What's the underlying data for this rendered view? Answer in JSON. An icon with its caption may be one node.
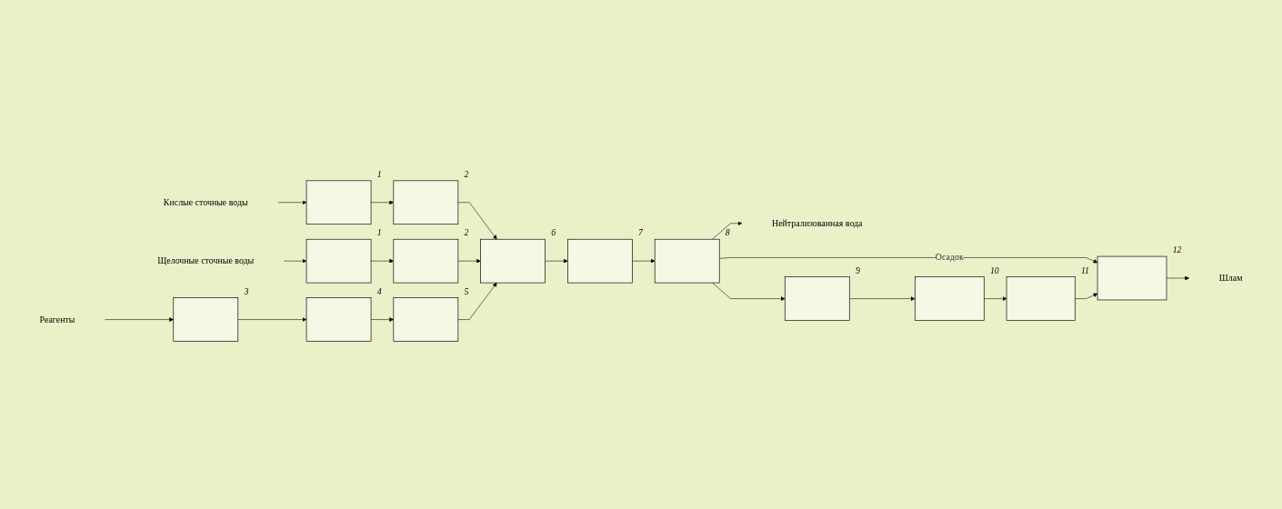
{
  "diagram": {
    "nodes": [
      {
        "text": [
          "Кислые сточные воды"
        ]
      },
      {
        "text": [],
        "shape": "box",
        "beside": [
          "1"
        ]
      },
      {
        "text": [],
        "shape": "box",
        "beside": [
          "2"
        ]
      },
      {
        "text": [
          "Щелочные сточные воды"
        ]
      },
      {
        "text": [],
        "shape": "box",
        "beside": [
          "1"
        ]
      },
      {
        "text": [],
        "shape": "box",
        "beside": [
          "2"
        ]
      },
      {
        "text": [
          "Реагенты"
        ]
      },
      {
        "text": [],
        "shape": "box",
        "beside": [
          "3"
        ]
      },
      {
        "text": [],
        "shape": "box",
        "beside": [
          "4"
        ]
      },
      {
        "text": [],
        "shape": "box",
        "beside": [
          "5"
        ]
      },
      {
        "text": [],
        "shape": "box",
        "beside": [
          "6"
        ]
      },
      {
        "text": [],
        "shape": "box",
        "beside": [
          "7"
        ]
      },
      {
        "text": [],
        "shape": "box",
        "beside": [
          "8"
        ]
      },
      {
        "text": [
          "Нейтрализованная вода"
        ]
      },
      {
        "text": [],
        "shape": "box",
        "beside": [
          "9"
        ]
      },
      {
        "text": [],
        "shape": "box",
        "beside": [
          "10"
        ]
      },
      {
        "text": [],
        "shape": "box",
        "beside": [
          "11"
        ]
      },
      {
        "text": [],
        "shape": "box",
        "beside": [
          "12"
        ]
      },
      {
        "text": [
          "Шлам"
        ]
      }
    ],
    "edges": [
      {
        "from": 0,
        "to": 1,
        "arrow": "to"
      },
      {
        "from": 1,
        "to": 2,
        "arrow": "to"
      },
      {
        "from": 2,
        "to": 10,
        "arrow": "to"
      },
      {
        "from": 3,
        "to": 4,
        "arrow": "to"
      },
      {
        "from": 4,
        "to": 5,
        "arrow": "to"
      },
      {
        "from": 5,
        "to": 10,
        "arrow": "to"
      },
      {
        "from": 6,
        "to": 7,
        "arrow": "to"
      },
      {
        "from": 7,
        "to": 8,
        "arrow": "to"
      },
      {
        "from": 8,
        "to": 9,
        "arrow": "to"
      },
      {
        "from": 9,
        "to": 10,
        "arrow": "to"
      },
      {
        "from": 10,
        "to": 11,
        "arrow": "to"
      },
      {
        "from": 11,
        "to": 12,
        "arrow": "to"
      },
      {
        "from": 12,
        "to": 13,
        "arrow": "to"
      },
      {
        "from": 12,
        "to": 14,
        "arrow": "to"
      },
      {
        "from": 12,
        "to": 17,
        "arrow": "to",
        "label": "Осадок"
      },
      {
        "from": 14,
        "to": 15,
        "arrow": "to"
      },
      {
        "from": 15,
        "to": 16,
        "arrow": "to"
      },
      {
        "from": 16,
        "to": 17,
        "arrow": "to"
      },
      {
        "from": 17,
        "to": 18,
        "arrow": "to"
      }
    ]
  }
}
